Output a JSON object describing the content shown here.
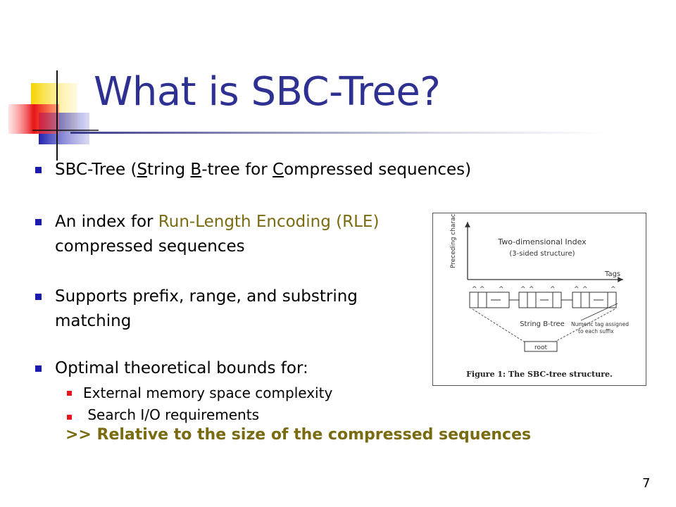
{
  "slide": {
    "title": "What is SBC-Tree?",
    "page_number": "7"
  },
  "bullets": {
    "b1": {
      "pre": "SBC-Tree (",
      "s": "S",
      "mid1": "tring ",
      "b": "B",
      "mid2": "-tree for ",
      "c": "C",
      "post": "ompressed sequences)"
    },
    "b2": {
      "pre": "An index for ",
      "highlight": "Run-Length Encoding (RLE)",
      "line2": "compressed sequences"
    },
    "b3": {
      "line1": "Supports prefix, range, and substring",
      "line2": "matching"
    },
    "b4": {
      "text": "Optimal theoretical bounds for:"
    },
    "sub1": "External memory space complexity",
    "sub2": " Search I/O requirements",
    "emphasis": ">> Relative to the size of the compressed sequences"
  },
  "figure": {
    "y_axis_label": "Preceding character",
    "index_label_1": "Two-dimensional Index",
    "index_label_2": "(3-sided structure)",
    "x_axis_label": "Tags",
    "btree_label": "String B-tree",
    "annotation_1": "Numeric tag assigned",
    "annotation_2": "to each suffix",
    "root_label": "root",
    "caption": "Figure 1:  The SBC-tree structure."
  }
}
